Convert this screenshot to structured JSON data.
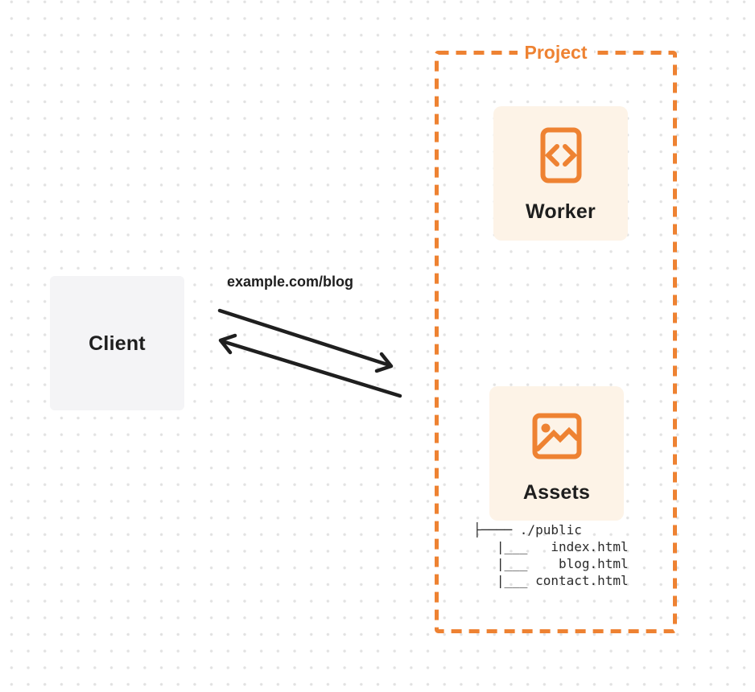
{
  "colors": {
    "background": "#FFFFFF",
    "dot_gray": "#E2E2E2",
    "accent_orange": "#EE8232",
    "box_cream": "#FDF3E7",
    "client_gray": "#F4F4F6",
    "text_dark": "#1E1E1E",
    "tree_text": "#2B2B2B",
    "arrow_dark": "#1F1F1F"
  },
  "client": {
    "label": "Client"
  },
  "request": {
    "label": "example.com/blog"
  },
  "project": {
    "label": "Project",
    "worker": {
      "label": "Worker",
      "icon": "code-file-icon"
    },
    "assets": {
      "label": "Assets",
      "icon": "image-icon"
    },
    "file_tree": {
      "root": "./public",
      "files": [
        "index.html",
        "blog.html",
        "contact.html"
      ],
      "text": "├──── ./public\n   |___   index.html\n   |___    blog.html\n   |___ contact.html"
    }
  }
}
